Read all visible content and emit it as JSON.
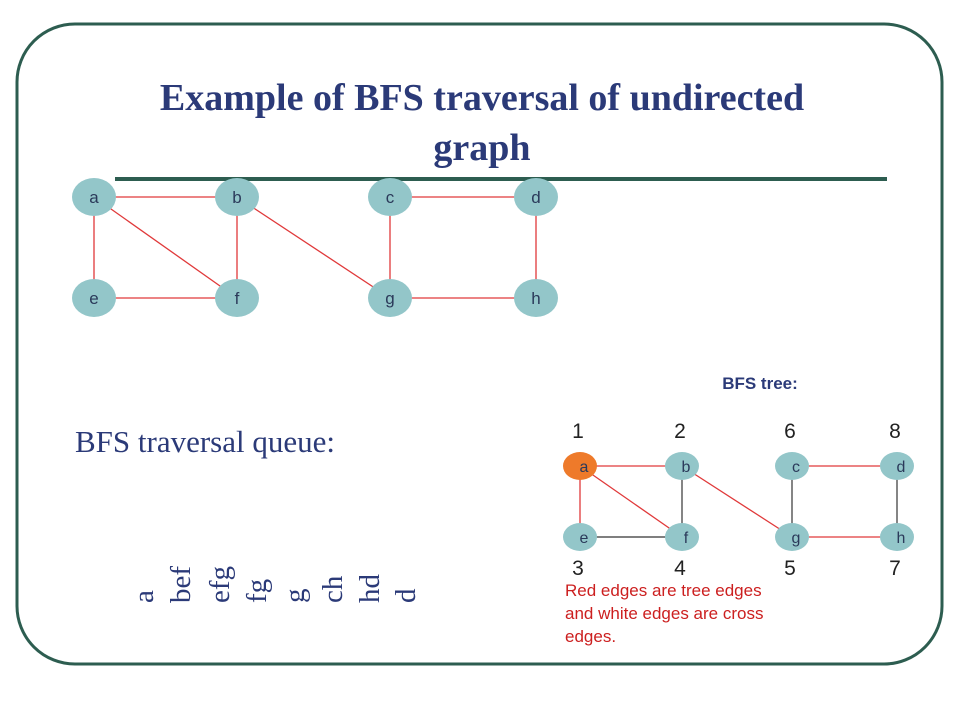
{
  "slide": {
    "title_line1": "Example of BFS traversal of undirected",
    "title_line2": "graph"
  },
  "colors": {
    "frame": "#2d5d50",
    "rule": "#2d5d50",
    "title": "#2b3a78",
    "node_fill": "#93c6c9",
    "node_label": "#2b3a5a",
    "start_node_fill": "#ee7a2a",
    "edge_red": "#e0393a",
    "edge_dark": "#333333",
    "body_text": "#2b3a78",
    "note_text": "#cc1f1f"
  },
  "graph": {
    "nodes": [
      "a",
      "b",
      "c",
      "d",
      "e",
      "f",
      "g",
      "h"
    ],
    "edges": [
      [
        "a",
        "b"
      ],
      [
        "a",
        "e"
      ],
      [
        "a",
        "f"
      ],
      [
        "b",
        "f"
      ],
      [
        "b",
        "g"
      ],
      [
        "c",
        "d"
      ],
      [
        "c",
        "g"
      ],
      [
        "d",
        "h"
      ],
      [
        "e",
        "f"
      ],
      [
        "g",
        "h"
      ]
    ]
  },
  "queue": {
    "label": "BFS traversal queue:",
    "states": [
      "a",
      "bef",
      "efg",
      "fg",
      "g",
      "ch",
      "hd",
      "d"
    ]
  },
  "bfs_tree": {
    "title": "BFS tree:",
    "nodes": [
      {
        "id": "a",
        "order": "1",
        "start": true
      },
      {
        "id": "b",
        "order": "2"
      },
      {
        "id": "c",
        "order": "6"
      },
      {
        "id": "d",
        "order": "8"
      },
      {
        "id": "e",
        "order": "3"
      },
      {
        "id": "f",
        "order": "4"
      },
      {
        "id": "g",
        "order": "5"
      },
      {
        "id": "h",
        "order": "7"
      }
    ],
    "tree_edges": [
      [
        "a",
        "b"
      ],
      [
        "a",
        "e"
      ],
      [
        "a",
        "f"
      ],
      [
        "b",
        "g"
      ],
      [
        "c",
        "d"
      ],
      [
        "g",
        "h"
      ]
    ],
    "cross_edges": [
      [
        "b",
        "f"
      ],
      [
        "c",
        "g"
      ],
      [
        "d",
        "h"
      ],
      [
        "e",
        "f"
      ]
    ],
    "note_lines": [
      "Red edges are tree edges",
      "and white edges are cross",
      "edges."
    ]
  }
}
